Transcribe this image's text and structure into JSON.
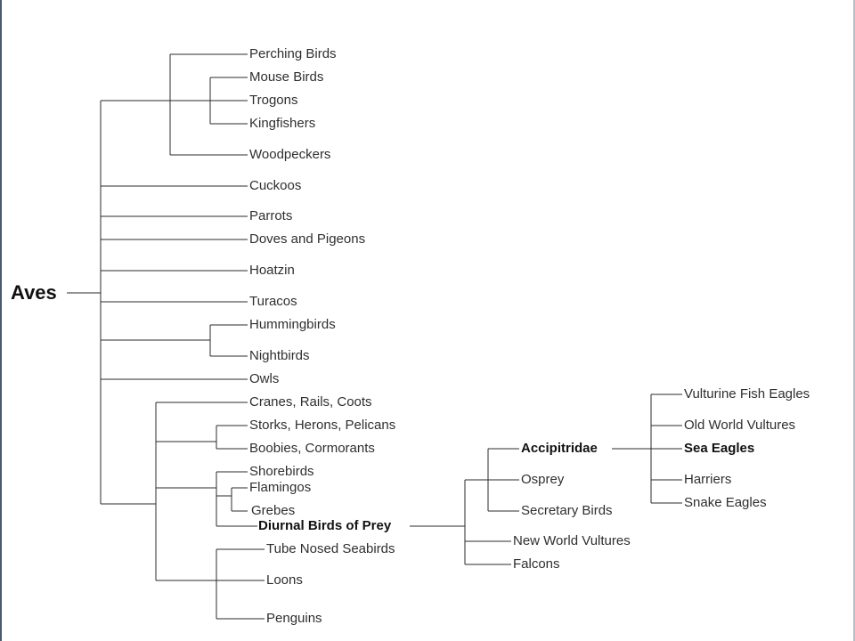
{
  "tree": {
    "root": "Aves",
    "perching_birds": "Perching Birds",
    "mouse_birds": "Mouse Birds",
    "trogons": "Trogons",
    "kingfishers": "Kingfishers",
    "woodpeckers": "Woodpeckers",
    "cuckoos": "Cuckoos",
    "parrots": "Parrots",
    "doves_and_pigeons": "Doves and Pigeons",
    "hoatzin": "Hoatzin",
    "turacos": "Turacos",
    "hummingbirds": "Hummingbirds",
    "nightbirds": "Nightbirds",
    "owls": "Owls",
    "cranes_rails_coots": "Cranes, Rails, Coots",
    "storks_herons_pelicans": "Storks, Herons, Pelicans",
    "boobies_cormorants": "Boobies, Cormorants",
    "shorebirds": "Shorebirds",
    "flamingos": "Flamingos",
    "grebes": "Grebes",
    "diurnal_birds_of_prey": "Diurnal Birds of Prey",
    "tube_nosed_seabirds": "Tube Nosed Seabirds",
    "loons": "Loons",
    "penguins": "Penguins",
    "accipitridae": "Accipitridae",
    "osprey": "Osprey",
    "secretary_birds": "Secretary Birds",
    "new_world_vultures": "New World Vultures",
    "falcons": "Falcons",
    "vulturine_fish_eagles": "Vulturine Fish Eagles",
    "old_world_vultures": "Old World Vultures",
    "sea_eagles": "Sea Eagles",
    "harriers": "Harriers",
    "snake_eagles": "Snake Eagles"
  },
  "highlighted_nodes": [
    "Aves",
    "Diurnal Birds of Prey",
    "Accipitridae",
    "Sea Eagles"
  ],
  "line_color": "#2b2b2b",
  "text_color": "#2f2f2f"
}
